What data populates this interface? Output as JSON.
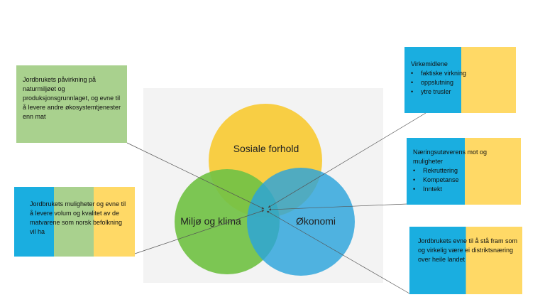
{
  "venn": {
    "circles": [
      {
        "label": "Sosiale forhold",
        "color": "#f9cb35"
      },
      {
        "label": "Miljø og klima",
        "color": "#72c245"
      },
      {
        "label": "Økonomi",
        "color": "#2ba3dc"
      }
    ]
  },
  "boxes": {
    "environment": {
      "text": "Jordbrukets påvirkning på naturmiljøet og produksjonsgrunnlaget, og evne til å levere andre økosystemtjenester enn mat"
    },
    "food": {
      "text": "Jordbrukets muligheter og evne til å levere volum og kvalitet av de matvarene som norsk befolkning vil ha"
    },
    "instruments": {
      "title": "Virkemidlene",
      "items": [
        "faktiske virkning",
        "oppslutning",
        "ytre trusler"
      ]
    },
    "practitioners": {
      "title": "Næringsutøverens mot og muligheter",
      "items": [
        "Rekruttering",
        "Kompetanse",
        "Inntekt"
      ]
    },
    "district": {
      "text": "Jordbrukets evne til å stå fram som og virkelig være ei distriktsnæring over heile landet"
    }
  },
  "colors": {
    "blue": "#1aaee0",
    "green": "#a9d18e",
    "yellow": "#ffd966",
    "arrow": "#555555"
  }
}
